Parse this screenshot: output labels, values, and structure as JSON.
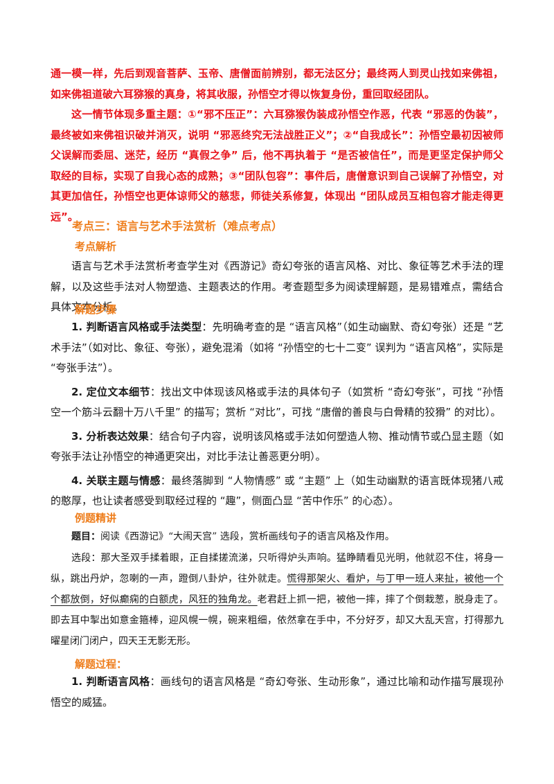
{
  "red_block": {
    "para1": "通一模一样，先后到观音菩萨、玉帝、唐僧面前辨别，都无法区分；最终两人到灵山找如来佛祖，如来佛祖道破六耳猕猴的真身，将其收服，孙悟空才得以恢复身份，重回取经团队。",
    "para2": "这一情节体现多重主题：①“邪不压正”：六耳猕猴伪装成孙悟空作恶，代表 “邪恶的伪装”，最终被如来佛祖识破并消灭，说明 “邪恶终究无法战胜正义”；②“自我成长”：孙悟空最初因被师父误解而委屈、迷茫，经历 “真假之争” 后，他不再执着于 “是否被信任”，而是更坚定保护师父取经的目标，实现了自我心态的成熟；③“团队包容”：事件后，唐僧意识到自己误解了孙悟空，对其更加信任，孙悟空也更体谅师父的慈悲，师徒关系修复，体现出 “团队成员互相包容才能走得更远”。"
  },
  "section3": {
    "title": "考点三：语言与艺术手法赏析（难点考点）",
    "analysis_heading": "考点解析",
    "analysis_text": "语言与艺术手法赏析考查学生对《西游记》奇幻夸张的语言风格、对比、象征等艺术手法的理解，以及这些手法对人物塑造、主题表达的作用。考查题型多为阅读理解题，是易错难点，需结合具体文本分析。",
    "steps_heading": "解题步骤",
    "steps": [
      {
        "label": "1. 判断语言风格或手法类型",
        "text": "：先明确考查的是 “语言风格”（如生动幽默、奇幻夸张）还是 “艺术手法”（如对比、象征、夸张），避免混淆（如将 “孙悟空的七十二变” 误判为 “语言风格”，实际是 “夸张手法”）。"
      },
      {
        "label": "2. 定位文本细节",
        "text": "：找出文中体现该风格或手法的具体句子（如赏析 “奇幻夸张”，可找 “孙悟空一个筋斗云翻十万八千里” 的描写；赏析 “对比”，可找 “唐僧的善良与白骨精的狡猾” 的对比）。"
      },
      {
        "label": "3. 分析表达效果",
        "text": "：结合句子内容，说明该风格或手法如何塑造人物、推动情节或凸显主题（如夸张手法让孙悟空的神通更突出，对比手法让善恶更分明）。"
      },
      {
        "label": "4. 关联主题与情感",
        "text": "：最终落脚到 “人物情感” 或 “主题” 上（如生动幽默的语言既体现猪八戒的憨厚，也让读者感受到取经过程的 “趣”，侧面凸显 “苦中作乐” 的心态）。"
      }
    ],
    "example_heading": "例题精讲",
    "question_label": "题目：",
    "question_text": "阅读《西游记》“大闹天宫” 选段，赏析画线句子的语言风格及作用。",
    "excerpt_before": "选段：那大圣双手揉着眼，正自揉搓流涕，只听得炉头声响。猛睁睛看见光明，他就忍不住，将身一纵，跳出丹炉，忽喇的一声，蹬倒八卦炉，往外就走。",
    "excerpt_underlined": "慌得那架火、看炉，与丁甲一班人来扯，被他一个个都放倒，好似癫痫的白额虎，风狂的独角龙。",
    "excerpt_after": "老君赶上抓一把，被他一摔，摔了个倒栽葱，脱身走了。即去耳中掣出如意金箍棒，迎风幌一幌，碗来粗细，依然拿在手中，不分好歹，却又大乱天宫，打得那九曜星闭门闭户，四天王无影无形。",
    "process_heading": "解题过程：",
    "process_label": "1. 判断语言风格",
    "process_text": "：画线句的语言风格是 “奇幻夸张、生动形象”，通过比喻和动作描写展现孙悟空的威猛。"
  }
}
